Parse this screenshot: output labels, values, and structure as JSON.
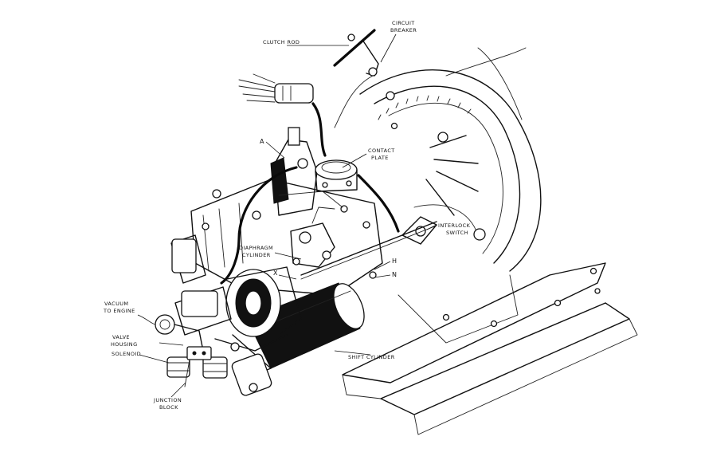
{
  "labels": {
    "clutch_rod": "CLUTCH ROD",
    "circuit_breaker_line1": "CIRCUIT",
    "circuit_breaker_line2": "BREAKER",
    "a": "A",
    "contact_plate_line1": "CONTACT",
    "contact_plate_line2": "PLATE",
    "interlock_switch_line1": "INTERLOCK",
    "interlock_switch_line2": "SWITCH",
    "diaphragm_cylinder_line1": "DIAPHRAGM",
    "diaphragm_cylinder_line2": "CYLINDER",
    "x": "X",
    "h": "H",
    "n": "N",
    "vacuum_to_engine_line1": "VACUUM",
    "vacuum_to_engine_line2": "TO ENGINE",
    "valve_housing_line1": "VALVE",
    "valve_housing_line2": "HOUSING",
    "solenoid": "SOLENOID",
    "shift_cylinder": "SHIFT CYLINDER",
    "junction_block_line1": "JUNCTION",
    "junction_block_line2": "BLOCK"
  }
}
